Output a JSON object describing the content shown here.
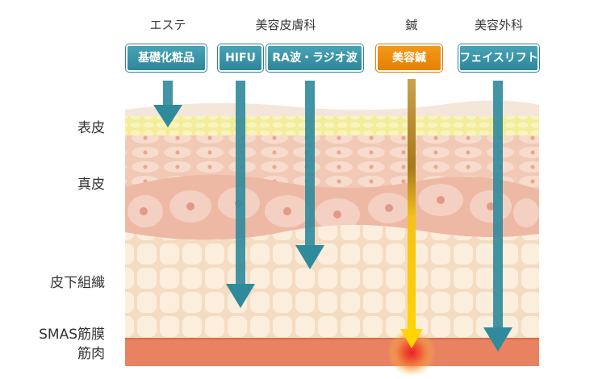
{
  "categories": {
    "esthetic": "エステ",
    "cosmetic_derm": "美容皮膚科",
    "needle": "鍼",
    "cosmetic_surgery": "美容外科"
  },
  "methods": {
    "base_cosmetics": "基礎化粧品",
    "hifu": "HIFU",
    "ra_wave": "RA波・ラジオ波",
    "beauty_needle": "美容鍼",
    "face_lift": "フェイスリフト"
  },
  "layers": {
    "epidermis": "表皮",
    "dermis": "真皮",
    "subcutaneous": "皮下組織",
    "smas_line1": "SMAS筋膜",
    "smas_line2": "筋肉"
  },
  "colors": {
    "arrow_teal": "#2f8a9c",
    "needle_gold": "#f2b705",
    "badge_teal": "#3b97ab",
    "badge_orange": "#ef8c0a",
    "epidermis": "#f6f0a6",
    "dermis": "#f2c8b4",
    "subcutaneous": "#f8e6d4",
    "muscle": "#e98260"
  }
}
